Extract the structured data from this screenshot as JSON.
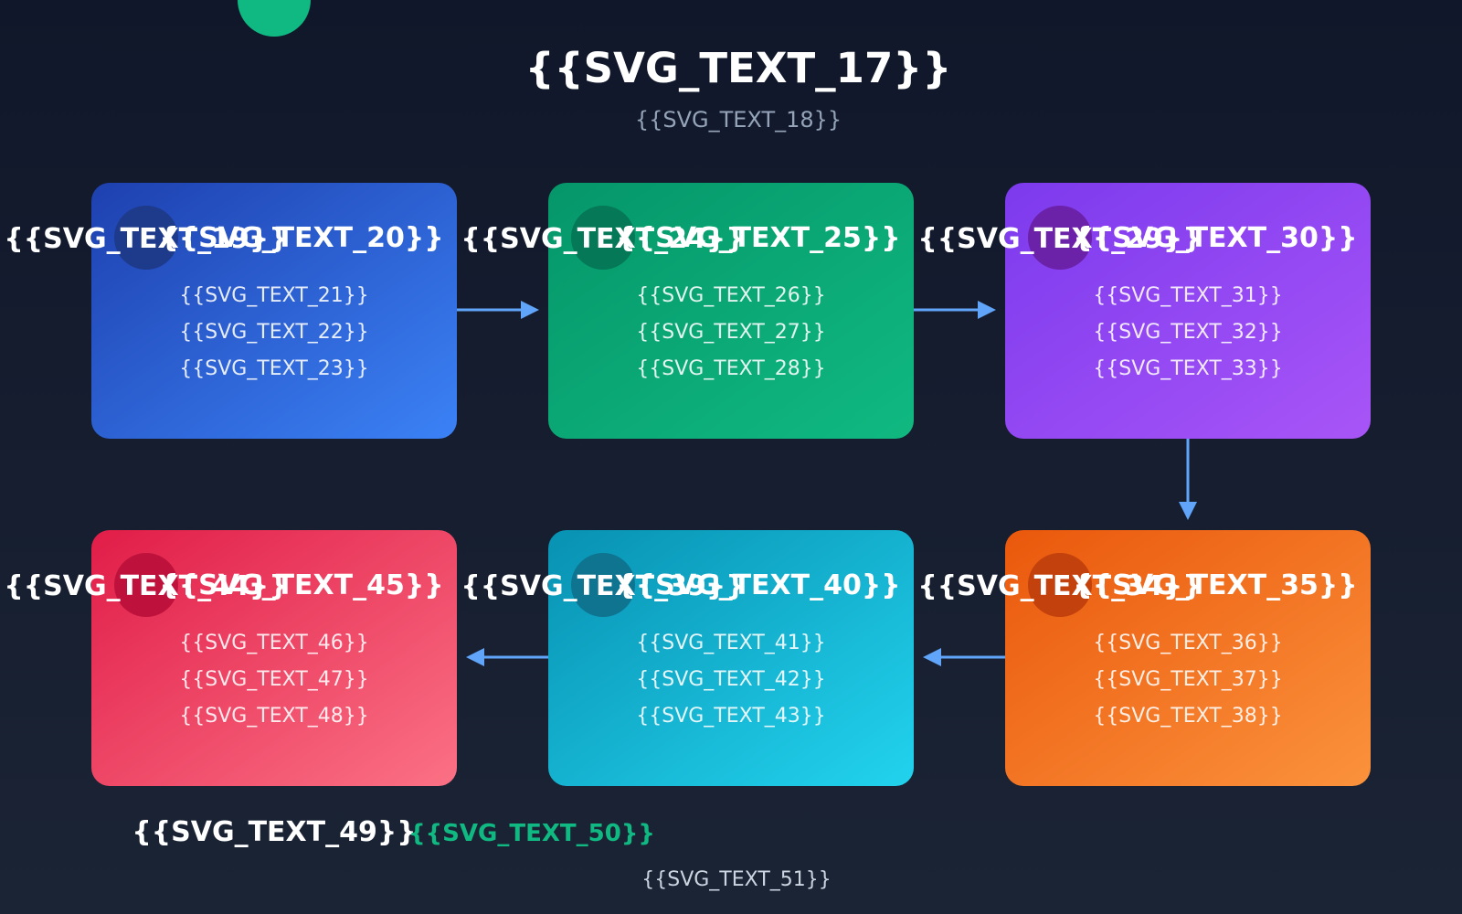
{
  "header": {
    "title": "{{SVG_TEXT_17}}",
    "subtitle": "{{SVG_TEXT_18}}"
  },
  "steps": [
    {
      "number": "{{SVG_TEXT_19}}",
      "title": "{{SVG_TEXT_20}}",
      "lines": [
        "{{SVG_TEXT_21}}",
        "{{SVG_TEXT_22}}",
        "{{SVG_TEXT_23}}"
      ],
      "gradient": [
        "#1e40af",
        "#3b82f6"
      ],
      "badge_color": "#1e3a8a"
    },
    {
      "number": "{{SVG_TEXT_24}}",
      "title": "{{SVG_TEXT_25}}",
      "lines": [
        "{{SVG_TEXT_26}}",
        "{{SVG_TEXT_27}}",
        "{{SVG_TEXT_28}}"
      ],
      "gradient": [
        "#059669",
        "#10b981"
      ],
      "badge_color": "#047857"
    },
    {
      "number": "{{SVG_TEXT_29}}",
      "title": "{{SVG_TEXT_30}}",
      "lines": [
        "{{SVG_TEXT_31}}",
        "{{SVG_TEXT_32}}",
        "{{SVG_TEXT_33}}"
      ],
      "gradient": [
        "#7c3aed",
        "#a855f7"
      ],
      "badge_color": "#6b21a8"
    },
    {
      "number": "{{SVG_TEXT_34}}",
      "title": "{{SVG_TEXT_35}}",
      "lines": [
        "{{SVG_TEXT_36}}",
        "{{SVG_TEXT_37}}",
        "{{SVG_TEXT_38}}"
      ],
      "gradient": [
        "#ea580c",
        "#fb923c"
      ],
      "badge_color": "#c2410c"
    },
    {
      "number": "{{SVG_TEXT_39}}",
      "title": "{{SVG_TEXT_40}}",
      "lines": [
        "{{SVG_TEXT_41}}",
        "{{SVG_TEXT_42}}",
        "{{SVG_TEXT_43}}"
      ],
      "gradient": [
        "#0891b2",
        "#22d3ee"
      ],
      "badge_color": "#0e7490"
    },
    {
      "number": "{{SVG_TEXT_44}}",
      "title": "{{SVG_TEXT_45}}",
      "lines": [
        "{{SVG_TEXT_46}}",
        "{{SVG_TEXT_47}}",
        "{{SVG_TEXT_48}}"
      ],
      "gradient": [
        "#e11d48",
        "#fb7185"
      ],
      "badge_color": "#be123c"
    }
  ],
  "footer": {
    "label": "{{SVG_TEXT_49}}",
    "value": "{{SVG_TEXT_50}}",
    "note": "{{SVG_TEXT_51}}"
  },
  "colors": {
    "background_top": "#10172a",
    "background_bottom": "#1b2435",
    "connector": "#60a5fa",
    "accent_green": "#10b981",
    "subtitle": "#94a3b8"
  }
}
